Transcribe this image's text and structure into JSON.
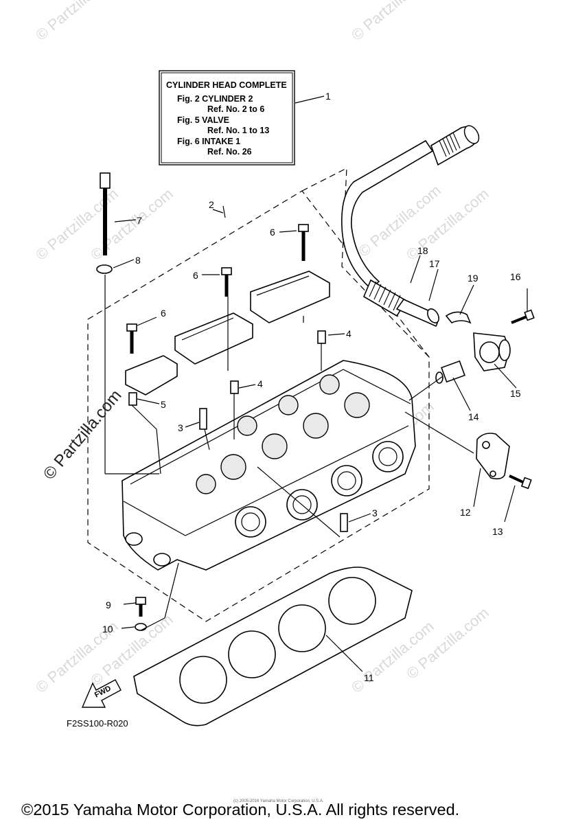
{
  "info_box": {
    "title": "CYLINDER HEAD COMPLETE",
    "lines": [
      "Fig. 2 CYLINDER 2",
      "Ref. No. 2 to 6",
      "Fig. 5 VALVE",
      "Ref. No. 1 to 13",
      "Fig. 6 INTAKE 1",
      "Ref. No. 26"
    ]
  },
  "callouts": {
    "c1": "1",
    "c2": "2",
    "c3a": "3",
    "c3b": "3",
    "c4a": "4",
    "c4b": "4",
    "c5": "5",
    "c6a": "6",
    "c6b": "6",
    "c6c": "6",
    "c7": "7",
    "c8": "8",
    "c9": "9",
    "c10": "10",
    "c11": "11",
    "c12": "12",
    "c13": "13",
    "c14": "14",
    "c15": "15",
    "c16": "16",
    "c17": "17",
    "c18": "18",
    "c19": "19"
  },
  "watermarks": {
    "faint": "© Partzilla.com",
    "main": "© Partzilla.com"
  },
  "fwd_label": "FWD",
  "diagram_code": "F2SS100-R020",
  "small_notice": "(c) 2005-2016 Yamaha Motor Corporation, U.S.A.",
  "copyright": "©2015 Yamaha Motor Corporation, U.S.A. All rights reserved."
}
